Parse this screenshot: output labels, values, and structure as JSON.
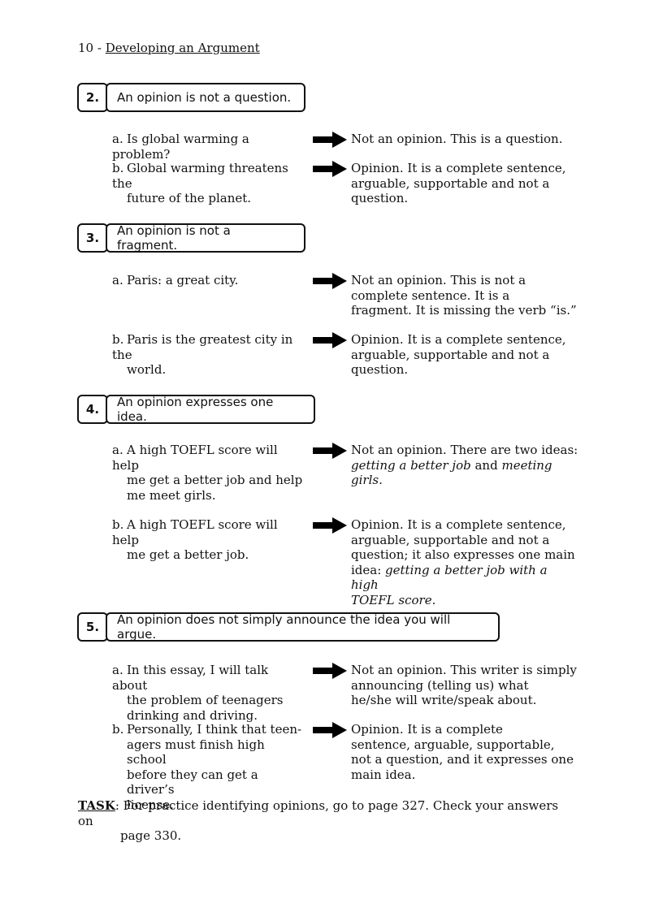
{
  "header": {
    "page_number": "10 -",
    "title": "Developing an Argument"
  },
  "rules": [
    {
      "number": "2.",
      "text": "An opinion is not a question.",
      "examples": [
        {
          "letter": "a.",
          "left_lines": [
            "Is global warming a problem?"
          ],
          "right_lines": [
            "Not an opinion. This is a question."
          ]
        },
        {
          "letter": "b.",
          "left_lines": [
            "Global warming threatens the",
            "future of the planet."
          ],
          "right_lines": [
            "Opinion. It is a complete sentence,",
            "arguable, supportable and not a",
            "question."
          ]
        }
      ]
    },
    {
      "number": "3.",
      "text": "An opinion is not a fragment.",
      "examples": [
        {
          "letter": "a.",
          "left_lines": [
            "Paris: a great city."
          ],
          "right_lines": [
            "Not an opinion. This is not a",
            "complete sentence. It is a",
            "fragment. It is missing the verb “is.”"
          ]
        },
        {
          "letter": "b.",
          "left_lines": [
            "Paris is the greatest city in the",
            "world."
          ],
          "right_lines": [
            "Opinion. It is a complete sentence,",
            "arguable, supportable and not a",
            "question."
          ]
        }
      ]
    },
    {
      "number": "4.",
      "text": "An opinion expresses one idea.",
      "examples": [
        {
          "letter": "a.",
          "left_lines": [
            "A high TOEFL score will help",
            "me get a better job and help",
            "me meet girls."
          ],
          "right_line1": "Not an opinion. There are two ideas:",
          "right_italic_a": "getting a better job",
          "right_and": " and ",
          "right_italic_b": "meeting",
          "right_italic_c": "girls."
        },
        {
          "letter": "b.",
          "left_lines": [
            "A high TOEFL score will help",
            "me get a better job."
          ],
          "right_lines": [
            "Opinion. It is a complete sentence,",
            "arguable, supportable and not a",
            "question; it also expresses one main"
          ],
          "right_idea_prefix": "idea: ",
          "right_idea_italic_a": "getting a better job with a high",
          "right_idea_italic_b": "TOEFL score."
        }
      ]
    },
    {
      "number": "5.",
      "text": "An opinion does not simply announce the idea you will argue.",
      "examples": [
        {
          "letter": "a.",
          "left_lines": [
            "In this essay, I will talk about",
            "the problem of teenagers",
            "drinking and driving."
          ],
          "right_lines": [
            "Not an opinion. This writer is simply",
            "announcing (telling us) what",
            "he/she will write/speak about."
          ]
        },
        {
          "letter": "b.",
          "left_lines": [
            "Personally, I think that teen-",
            "agers must finish high school",
            "before they can get a driver’s",
            "license."
          ],
          "right_lines": [
            "Opinion. It is a complete",
            "sentence, arguable, supportable,",
            "not a question, and it expresses one",
            "main idea."
          ]
        }
      ]
    }
  ],
  "task": {
    "label": "TASK",
    "line1": ": For practice identifying opinions, go to page 327. Check your answers on",
    "line2": "page 330."
  },
  "icons": {
    "arrow": "right-arrow-icon"
  }
}
